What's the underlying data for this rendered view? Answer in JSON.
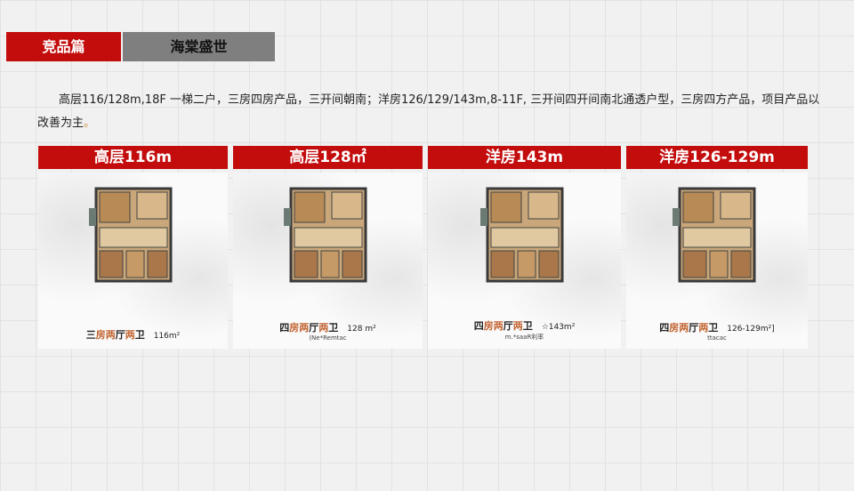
{
  "tabs": {
    "section": "竞品篇",
    "project": "海棠盛世"
  },
  "description": "高层116/128m,18F  一梯二户，三房四房产品，三开间朝南；洋房126/129/143m,8-11F,     三开间四开间南北通透户型，三房四方产品，项目产品以改善为主",
  "description_end": "。",
  "colors": {
    "accent": "#c30d0d",
    "tab_gray": "#7f7f7f"
  },
  "cards": [
    {
      "title": "高层116m",
      "caption": [
        "三",
        "房",
        "两",
        "厅",
        "两",
        "卫"
      ],
      "area": "116m²",
      "sub": ""
    },
    {
      "title": "高层128㎡",
      "caption": [
        "四",
        "房",
        "两",
        "厅",
        "两",
        "卫"
      ],
      "area": "128 m²",
      "sub": "(Ne*Remtac"
    },
    {
      "title": "洋房143m",
      "caption": [
        "四",
        "房",
        "两",
        "厅",
        "两",
        "卫"
      ],
      "area": "☆143m²",
      "sub": "m.*saaR利率"
    },
    {
      "title": "洋房126-129m",
      "caption": [
        "四",
        "房",
        "两",
        "厅",
        "两",
        "卫"
      ],
      "area": "126-129m²]",
      "sub": "ttacac"
    }
  ]
}
